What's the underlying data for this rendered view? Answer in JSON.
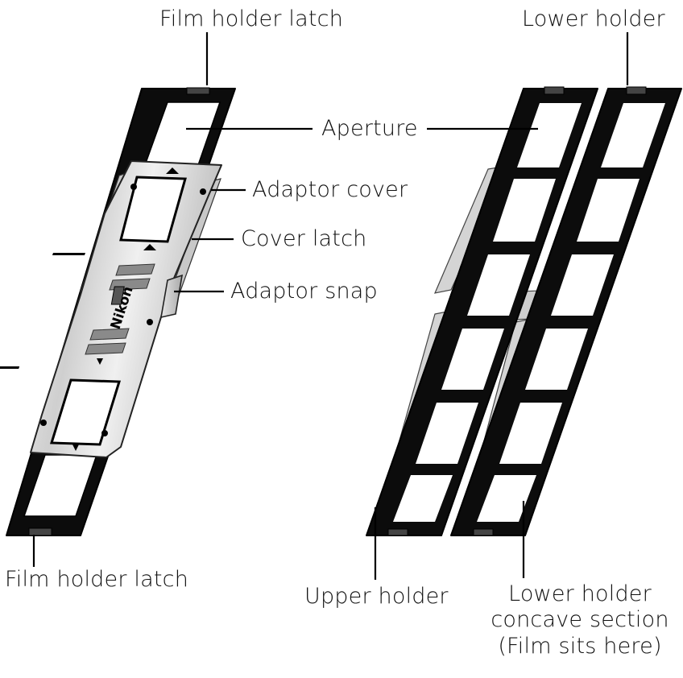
{
  "callouts": {
    "film_holder_latch_top": "Film holder latch",
    "film_holder_latch_bottom": "Film holder latch",
    "aperture": "Aperture",
    "adaptor_cover": "Adaptor cover",
    "cover_latch": "Cover latch",
    "adaptor_snap": "Adaptor snap",
    "lower_holder": "Lower holder",
    "upper_holder": "Upper holder",
    "lower_holder_concave_line1": "Lower holder",
    "lower_holder_concave_line2": "concave section",
    "lower_holder_concave_line3": "(Film sits here)"
  },
  "brand": "Nikon"
}
